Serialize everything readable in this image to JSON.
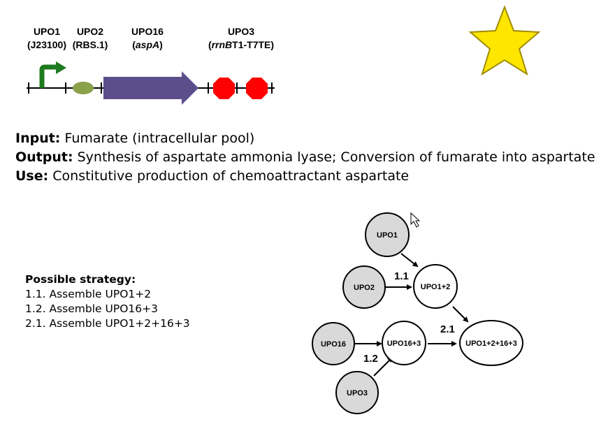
{
  "parts": [
    {
      "name": "UPO1",
      "detail": "(J23100)"
    },
    {
      "name": "UPO2",
      "detail": "(RBS.1)"
    },
    {
      "name": "UPO16",
      "detail_plain_pre": "(",
      "detail_italic": "aspA",
      "detail_plain_post": ")"
    },
    {
      "name": "UPO3",
      "detail_plain_pre": "(",
      "detail_italic": "rrnB",
      "detail_plain_post": "T1-T7TE)"
    }
  ],
  "info": {
    "input_label": "Input:",
    "input_text": " Fumarate (intracellular pool)",
    "output_label": "Output:",
    "output_text": " Synthesis of aspartate ammonia lyase; Conversion of fumarate into aspartate",
    "use_label": "Use:",
    "use_text": " Constitutive production of chemoattractant aspartate"
  },
  "strategy": {
    "heading": "Possible strategy:",
    "steps": [
      "1.1. Assemble UPO1+2",
      "1.2. Assemble UPO16+3",
      "2.1. Assemble UPO1+2+16+3"
    ]
  },
  "graph": {
    "nodes": {
      "upo1": "UPO1",
      "upo2": "UPO2",
      "upo12": "UPO1+2",
      "upo16": "UPO16",
      "upo163": "UPO16+3",
      "upo3": "UPO3",
      "final": "UPO1+2+16+3"
    },
    "edge_labels": {
      "e11": "1.1",
      "e12": "1.2",
      "e21": "2.1"
    }
  },
  "colors": {
    "promoter": "#1e7a1e",
    "rbs": "#8aa04a",
    "cds": "#5c4e8a",
    "terminator": "#ff0000",
    "star": "#ffe600",
    "star_edge": "#a08c00",
    "node_gray": "#d9d9d9"
  },
  "icons": [
    "promoter-arrow-icon",
    "rbs-oval-icon",
    "cds-arrow-icon",
    "terminator-octagon-icon",
    "star-icon",
    "mouse-cursor-icon"
  ]
}
